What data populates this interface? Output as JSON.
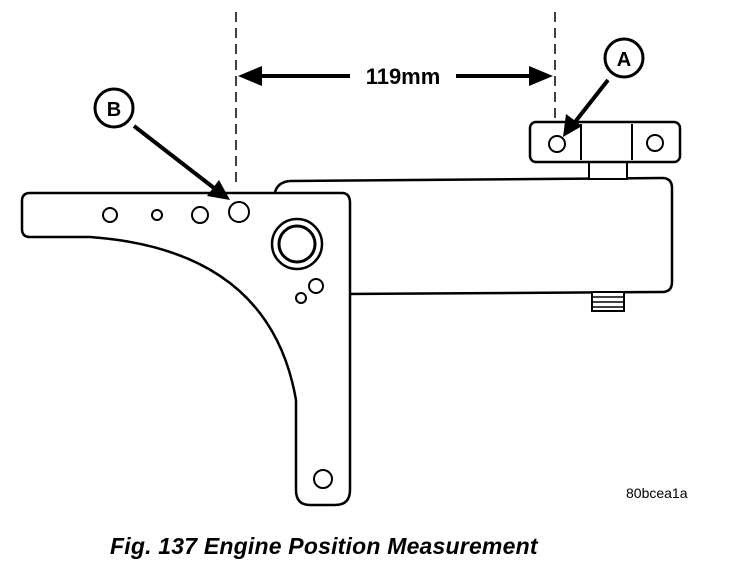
{
  "figure": {
    "dimension_label": "119mm",
    "callout_a": "A",
    "callout_b": "B",
    "image_code": "80bcea1a",
    "caption": "Fig. 137 Engine Position Measurement"
  },
  "colors": {
    "ink": "#000000",
    "paper": "#ffffff"
  }
}
